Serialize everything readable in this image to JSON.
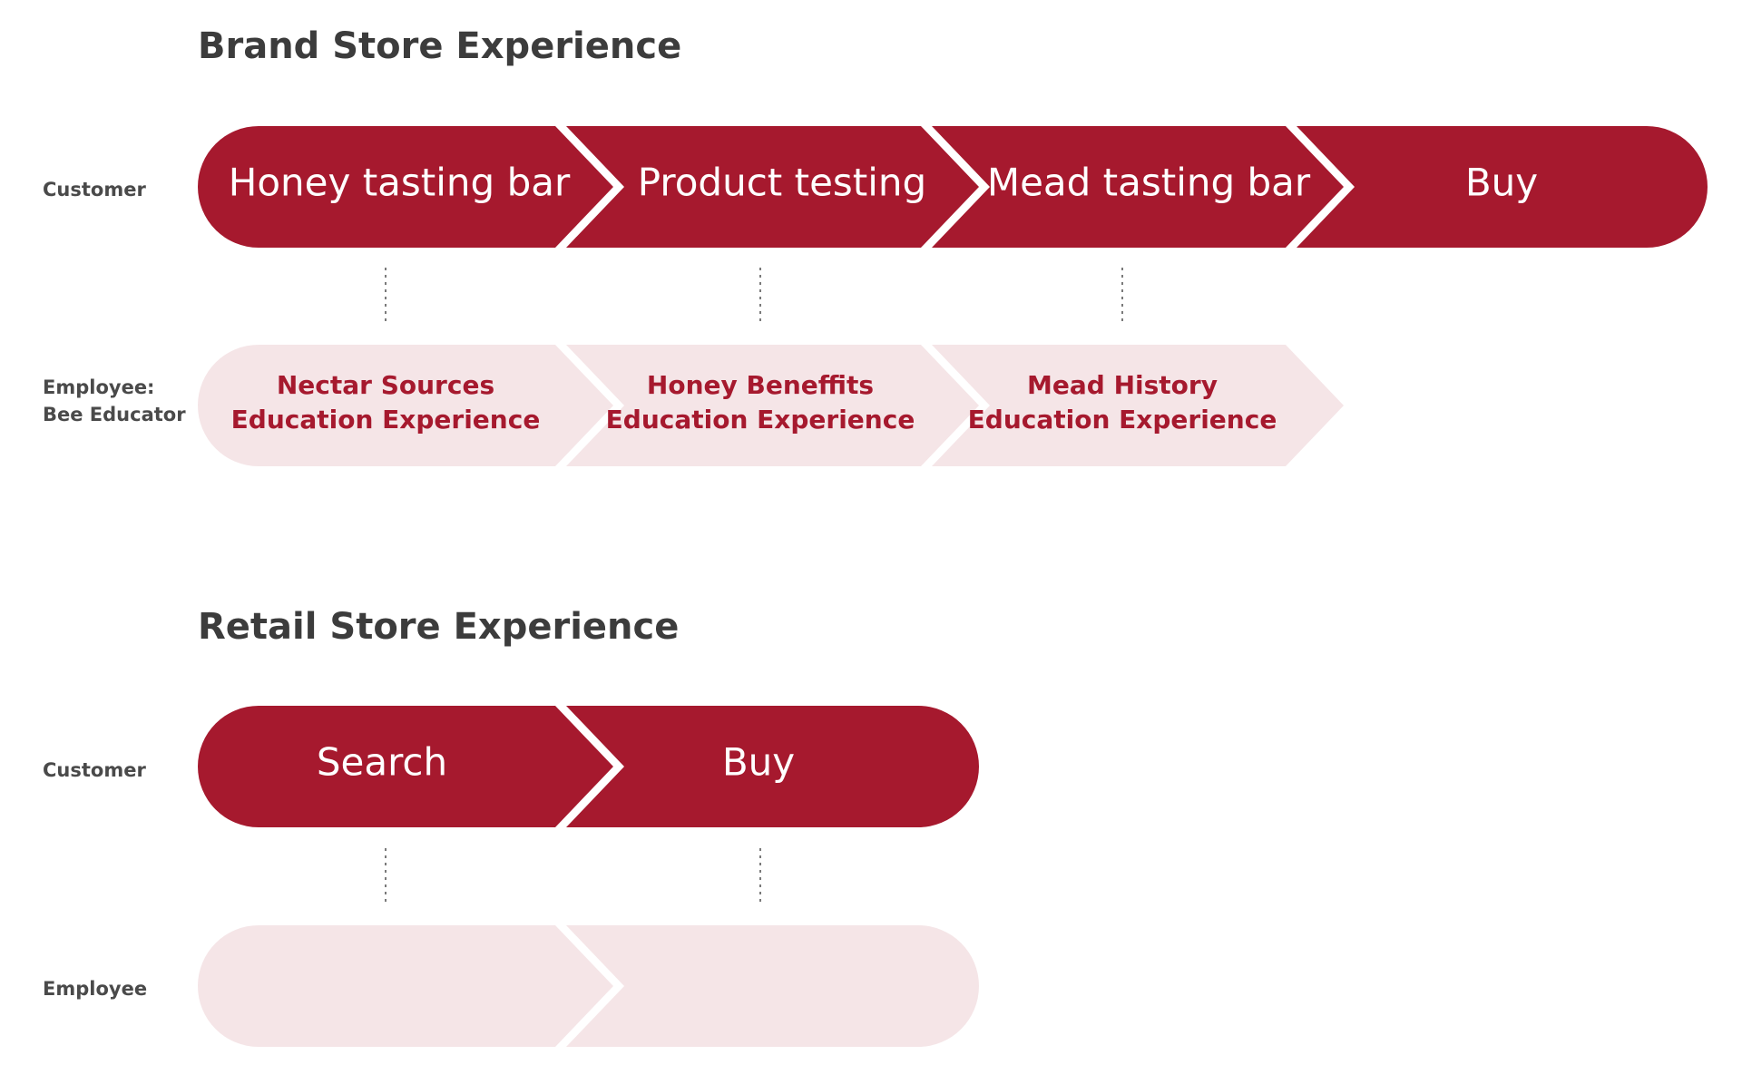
{
  "colors": {
    "primary": "#a6192e",
    "light": "#f5e5e7",
    "title": "#3c3c3c",
    "label": "#4a4a4a",
    "connector": "#7a7a7a"
  },
  "brand": {
    "title": "Brand Store Experience",
    "customer_label": "Customer",
    "employee_label_line1": "Employee:",
    "employee_label_line2": "Bee Educator",
    "customer_steps": [
      "Honey tasting bar",
      "Product testing",
      "Mead tasting bar",
      "Buy"
    ],
    "employee_steps": [
      [
        "Nectar Sources",
        "Education Experience"
      ],
      [
        "Honey Beneffits",
        "Education Experience"
      ],
      [
        "Mead History",
        "Education Experience"
      ]
    ]
  },
  "retail": {
    "title": "Retail Store Experience",
    "customer_label": "Customer",
    "employee_label": "Employee",
    "customer_steps": [
      "Search",
      "Buy"
    ],
    "employee_steps": [
      "",
      ""
    ]
  }
}
